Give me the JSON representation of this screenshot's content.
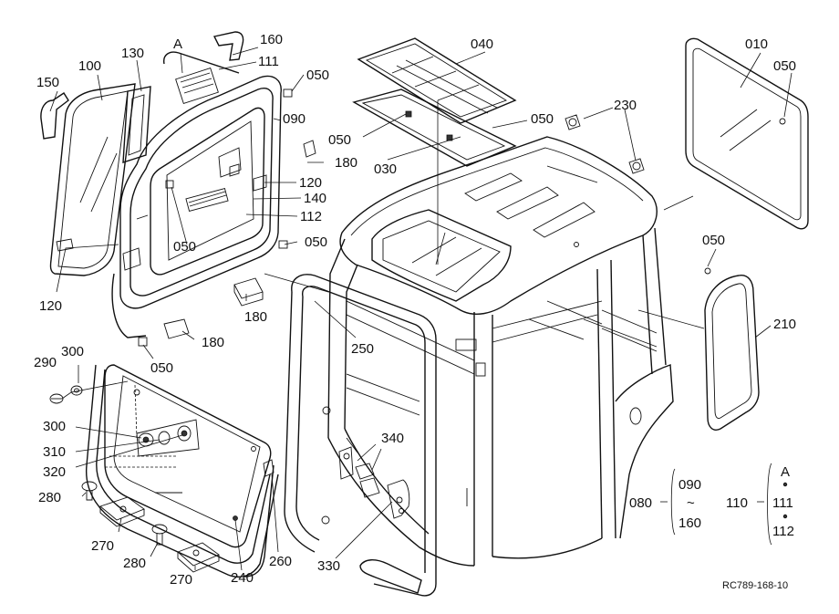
{
  "callouts": [
    {
      "id": "c150",
      "text": "150"
    },
    {
      "id": "c100",
      "text": "100"
    },
    {
      "id": "c130",
      "text": "130"
    },
    {
      "id": "cA1",
      "text": "A"
    },
    {
      "id": "c160",
      "text": "160"
    },
    {
      "id": "c111a",
      "text": "111"
    },
    {
      "id": "c050a",
      "text": "050"
    },
    {
      "id": "c090",
      "text": "090"
    },
    {
      "id": "c040",
      "text": "040"
    },
    {
      "id": "c010",
      "text": "010"
    },
    {
      "id": "c050b",
      "text": "050"
    },
    {
      "id": "c230",
      "text": "230"
    },
    {
      "id": "c050c",
      "text": "050"
    },
    {
      "id": "c050d",
      "text": "050"
    },
    {
      "id": "c030",
      "text": "030"
    },
    {
      "id": "c180a",
      "text": "180"
    },
    {
      "id": "c120a",
      "text": "120"
    },
    {
      "id": "c140",
      "text": "140"
    },
    {
      "id": "c112a",
      "text": "112"
    },
    {
      "id": "c050e",
      "text": "050"
    },
    {
      "id": "c050f",
      "text": "050"
    },
    {
      "id": "c120b",
      "text": "120"
    },
    {
      "id": "c180b",
      "text": "180"
    },
    {
      "id": "c180c",
      "text": "180"
    },
    {
      "id": "c050g",
      "text": "050"
    },
    {
      "id": "c050h",
      "text": "050"
    },
    {
      "id": "c210",
      "text": "210"
    },
    {
      "id": "c250",
      "text": "250"
    },
    {
      "id": "c290",
      "text": "290"
    },
    {
      "id": "c300a",
      "text": "300"
    },
    {
      "id": "c300b",
      "text": "300"
    },
    {
      "id": "c310",
      "text": "310"
    },
    {
      "id": "c320",
      "text": "320"
    },
    {
      "id": "c280a",
      "text": "280"
    },
    {
      "id": "c270a",
      "text": "270"
    },
    {
      "id": "c280b",
      "text": "280"
    },
    {
      "id": "c270b",
      "text": "270"
    },
    {
      "id": "c240",
      "text": "240"
    },
    {
      "id": "c260",
      "text": "260"
    },
    {
      "id": "c340",
      "text": "340"
    },
    {
      "id": "c330",
      "text": "330"
    }
  ],
  "legend": {
    "group1": {
      "parent": "080",
      "from": "090",
      "tilde": "~",
      "to": "160"
    },
    "group2": {
      "parent": "110",
      "marker": "A",
      "first": "111",
      "last": "112"
    }
  },
  "drawing_code": "RC789-168-10"
}
